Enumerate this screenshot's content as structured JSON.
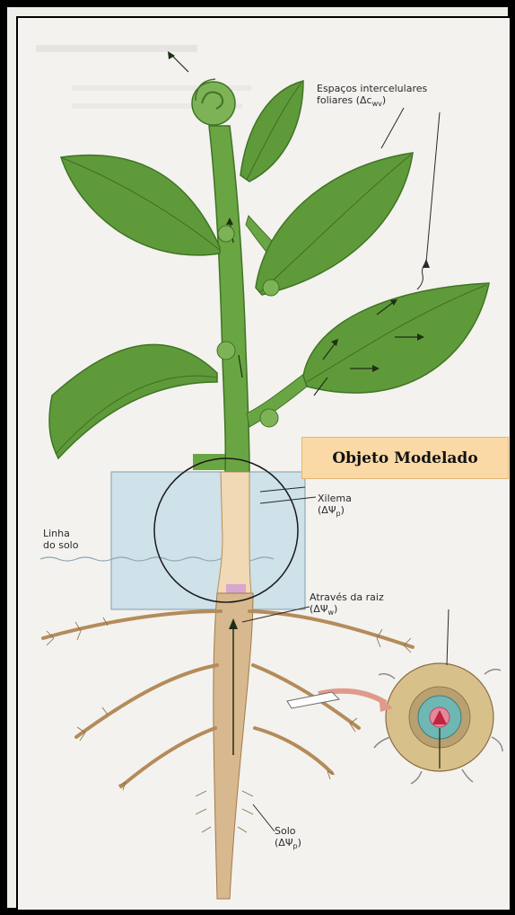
{
  "labels": {
    "espacos_line1": "Espaços intercelulares",
    "espacos_line2": "foliares (Δc",
    "espacos_sub": "wv",
    "espacos_close": ")",
    "xilema_line1": "Xilema",
    "xilema_line2": "(ΔΨ",
    "xilema_sub": "p",
    "xilema_close": ")",
    "linha_line1": "Linha",
    "linha_line2": "do solo",
    "atraves_line1": "Através da raiz",
    "atraves_line2": "(ΔΨ",
    "atraves_sub": "w",
    "atraves_close": ")",
    "solo_line1": "Solo",
    "solo_line2": "(ΔΨ",
    "solo_sub": "p",
    "solo_close": ")"
  },
  "badge": {
    "text": "Objeto Modelado"
  },
  "colors": {
    "leaf": "#5f9a3a",
    "leaf_dark": "#3f7424",
    "stem": "#6aa544",
    "root": "#d8b88e",
    "xylem": "#5a4a86",
    "water_box": "#c9dfe9",
    "badge_bg": "#fad9a6"
  }
}
